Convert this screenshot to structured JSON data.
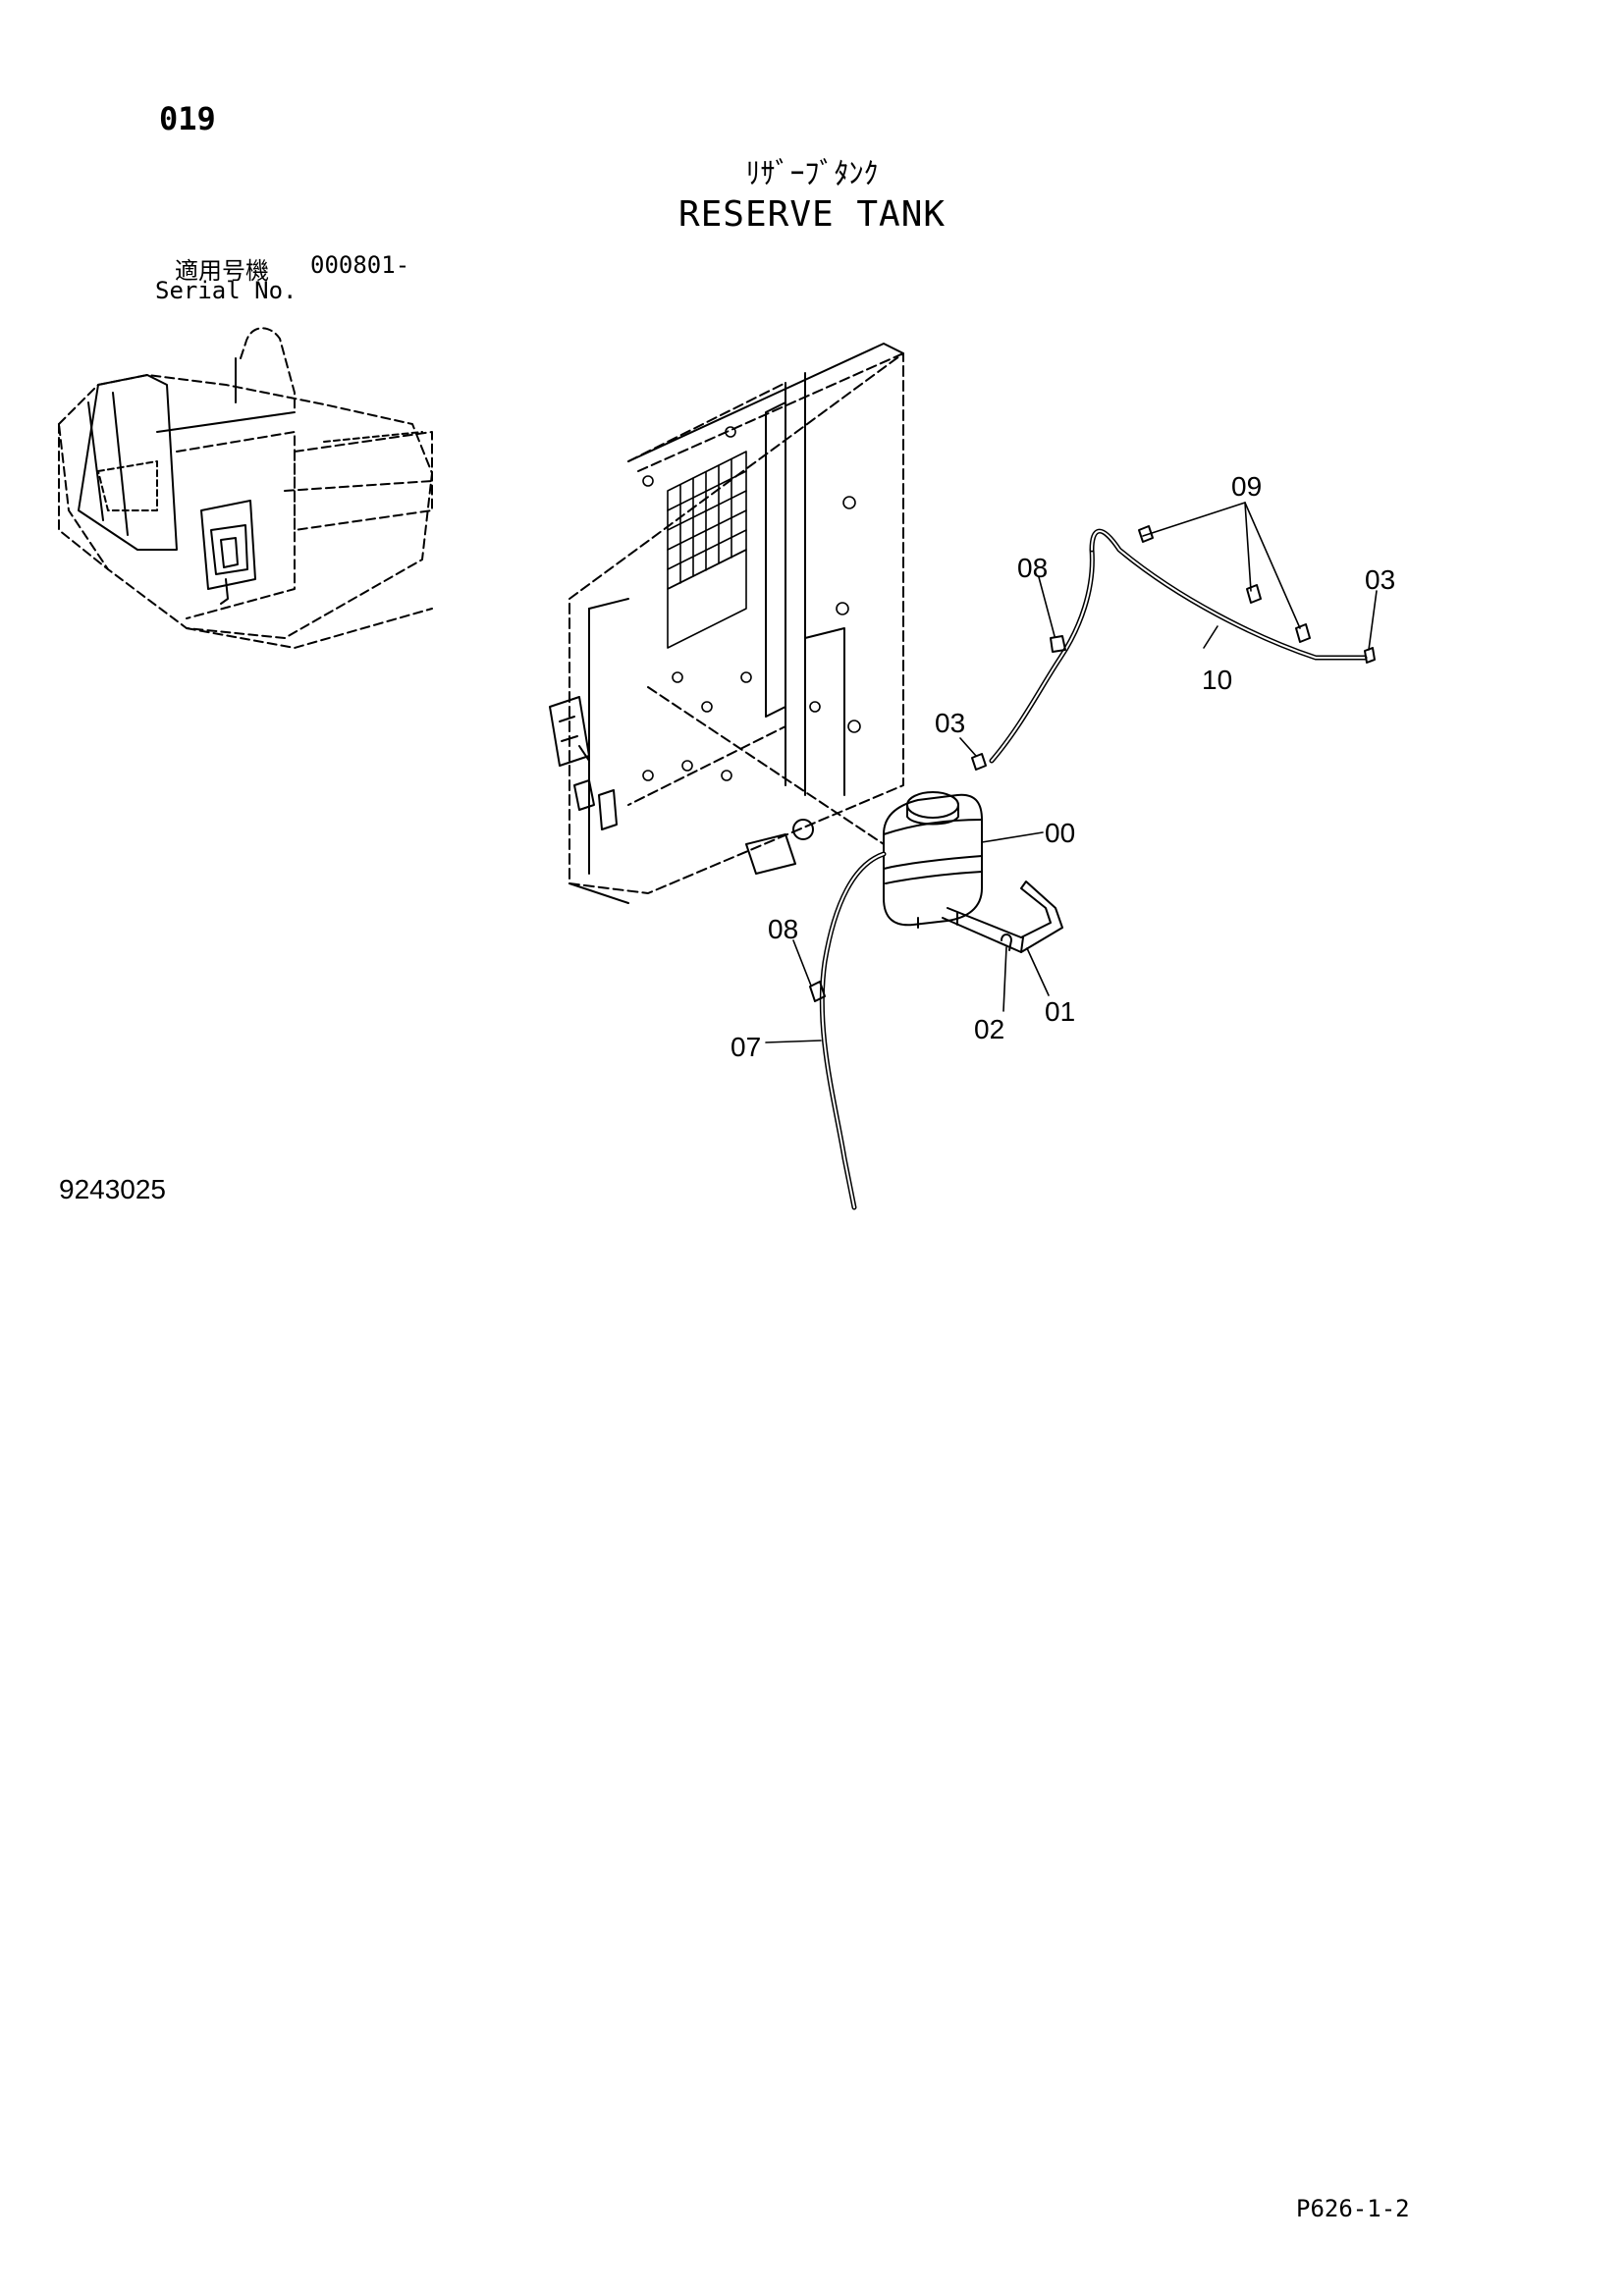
{
  "header": {
    "page_number": "019",
    "title_jp": "ﾘｻﾞｰﾌﾞﾀﾝｸ",
    "title_en": "RESERVE TANK"
  },
  "serial": {
    "label_jp": "適用号機",
    "range": "000801-",
    "label_en": "Serial No."
  },
  "callouts": {
    "c09": "09",
    "c08_top": "08",
    "c03_right": "03",
    "c10": "10",
    "c03_mid": "03",
    "c00": "00",
    "c08_bottom": "08",
    "c02": "02",
    "c01": "01",
    "c07": "07"
  },
  "footer": {
    "figure_number": "9243025",
    "page_ref": "P626-1-2"
  }
}
